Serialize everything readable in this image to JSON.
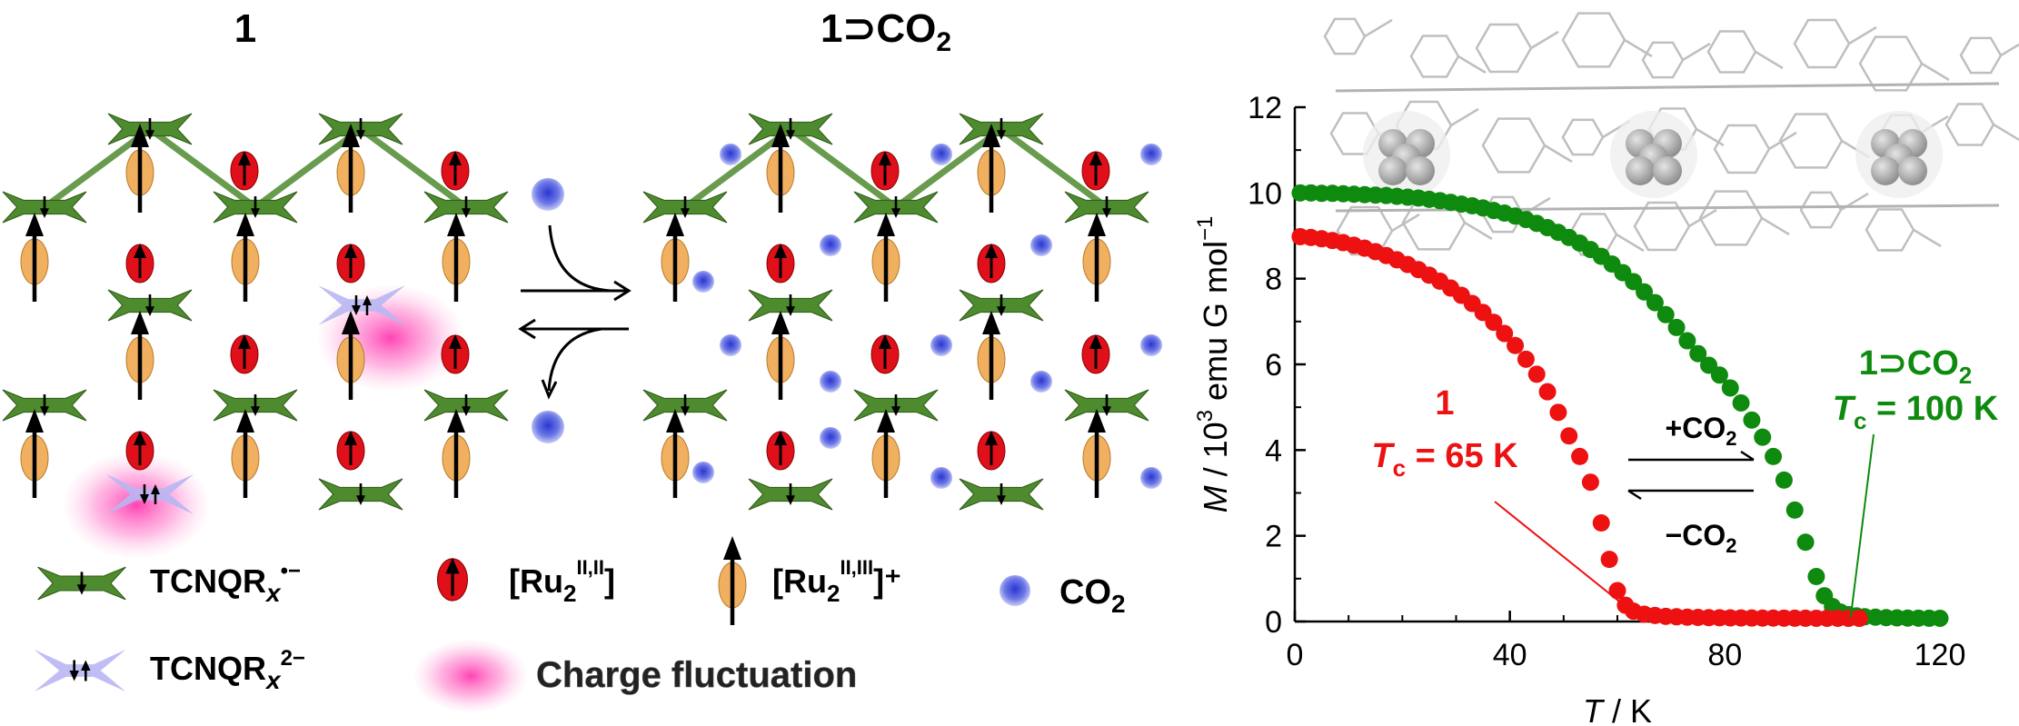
{
  "panels": {
    "left_title": "1",
    "right_title_prefix": "1",
    "right_title_op": "⊃",
    "right_title_main": "CO",
    "right_title_sub": "2"
  },
  "legend": {
    "tcnq_radical_main": "TCNQR",
    "tcnq_radical_x": "x",
    "tcnq_radical_charge": "•−",
    "tcnq_dianion_main": "TCNQR",
    "tcnq_dianion_x": "x",
    "tcnq_dianion_charge": "2−",
    "ru_22_open": "[Ru",
    "ru_22_sub": "2",
    "ru_22_sup": "II,II",
    "ru_22_close": "]",
    "ru_23_open": "[Ru",
    "ru_23_sub": "2",
    "ru_23_sup": "II,III",
    "ru_23_close": "]⁺",
    "co2_main": "CO",
    "co2_sub": "2",
    "charge_fluct": "Charge fluctuation"
  },
  "colors": {
    "tcnq_green": "#4e8a2e",
    "ru_red": "#e0101a",
    "ru_orange": "#f0b060",
    "co2_blue": "#2233cc",
    "fluct_pink": "#ff3ab0",
    "dianion_lavender": "#b8b6f2",
    "series_1": "#ee1111",
    "series_co2": "#0e8a0e",
    "crystal_grey": "#b0b0b0"
  },
  "chart_data": {
    "type": "scatter",
    "xlabel_main": "T",
    "xlabel_unit": " / K",
    "ylabel_main": "M",
    "ylabel_mid": " / 10",
    "ylabel_sup": "3",
    "ylabel_tail": " emu G mol",
    "ylabel_sup2": "−1",
    "xlim": [
      0,
      120
    ],
    "ylim": [
      0,
      12
    ],
    "xticks": [
      0,
      40,
      80,
      120
    ],
    "yticks": [
      0,
      2,
      4,
      6,
      8,
      10,
      12
    ],
    "series": [
      {
        "name": "1",
        "tc_label": "T",
        "tc_sub": "c",
        "tc_value": " = 65 K",
        "tc": 65,
        "points": [
          [
            1,
            8.98
          ],
          [
            3,
            8.96
          ],
          [
            5,
            8.93
          ],
          [
            7,
            8.89
          ],
          [
            9,
            8.84
          ],
          [
            11,
            8.78
          ],
          [
            13,
            8.71
          ],
          [
            15,
            8.63
          ],
          [
            17,
            8.54
          ],
          [
            19,
            8.44
          ],
          [
            21,
            8.33
          ],
          [
            23,
            8.21
          ],
          [
            25,
            8.08
          ],
          [
            27,
            7.94
          ],
          [
            29,
            7.78
          ],
          [
            31,
            7.61
          ],
          [
            33,
            7.42
          ],
          [
            35,
            7.21
          ],
          [
            37,
            6.98
          ],
          [
            39,
            6.72
          ],
          [
            41,
            6.44
          ],
          [
            43,
            6.12
          ],
          [
            45,
            5.77
          ],
          [
            47,
            5.36
          ],
          [
            49,
            4.88
          ],
          [
            51,
            4.33
          ],
          [
            53,
            3.85
          ],
          [
            55,
            3.25
          ],
          [
            57,
            2.3
          ],
          [
            58.5,
            1.45
          ],
          [
            60,
            0.72
          ],
          [
            61.5,
            0.38
          ],
          [
            63,
            0.24
          ],
          [
            65,
            0.17
          ],
          [
            67,
            0.14
          ],
          [
            69,
            0.12
          ],
          [
            71,
            0.11
          ],
          [
            73,
            0.1
          ],
          [
            75,
            0.095
          ],
          [
            77,
            0.09
          ],
          [
            79,
            0.087
          ],
          [
            81,
            0.085
          ],
          [
            83,
            0.083
          ],
          [
            85,
            0.081
          ],
          [
            87,
            0.08
          ],
          [
            89,
            0.079
          ],
          [
            91,
            0.078
          ],
          [
            93,
            0.077
          ],
          [
            95,
            0.076
          ],
          [
            97,
            0.075
          ],
          [
            99,
            0.075
          ],
          [
            101,
            0.074
          ],
          [
            103,
            0.074
          ],
          [
            105,
            0.073
          ]
        ]
      },
      {
        "name": "1⊃CO2",
        "name_prefix": "1",
        "name_op": "⊃",
        "name_main": "CO",
        "name_sub": "2",
        "tc_label": "T",
        "tc_sub": "c",
        "tc_value": " = 100 K",
        "tc": 100,
        "points": [
          [
            1,
            10.0
          ],
          [
            3,
            10.0
          ],
          [
            5,
            9.99
          ],
          [
            7,
            9.99
          ],
          [
            9,
            9.98
          ],
          [
            11,
            9.97
          ],
          [
            13,
            9.96
          ],
          [
            15,
            9.95
          ],
          [
            17,
            9.94
          ],
          [
            19,
            9.92
          ],
          [
            21,
            9.9
          ],
          [
            23,
            9.88
          ],
          [
            25,
            9.85
          ],
          [
            27,
            9.82
          ],
          [
            29,
            9.78
          ],
          [
            31,
            9.74
          ],
          [
            33,
            9.7
          ],
          [
            35,
            9.65
          ],
          [
            37,
            9.59
          ],
          [
            39,
            9.53
          ],
          [
            41,
            9.46
          ],
          [
            43,
            9.38
          ],
          [
            45,
            9.29
          ],
          [
            47,
            9.19
          ],
          [
            49,
            9.08
          ],
          [
            51,
            8.96
          ],
          [
            53,
            8.83
          ],
          [
            55,
            8.68
          ],
          [
            57,
            8.52
          ],
          [
            59,
            8.34
          ],
          [
            61,
            8.14
          ],
          [
            63,
            7.93
          ],
          [
            65,
            7.69
          ],
          [
            67,
            7.44
          ],
          [
            69,
            7.16
          ],
          [
            71,
            6.86
          ],
          [
            73,
            6.55
          ],
          [
            75,
            6.25
          ],
          [
            77,
            5.98
          ],
          [
            79,
            5.75
          ],
          [
            81,
            5.45
          ],
          [
            83,
            5.1
          ],
          [
            85,
            4.7
          ],
          [
            87,
            4.3
          ],
          [
            89,
            3.85
          ],
          [
            91,
            3.3
          ],
          [
            93,
            2.6
          ],
          [
            95,
            1.85
          ],
          [
            97,
            1.05
          ],
          [
            98.5,
            0.6
          ],
          [
            100,
            0.35
          ],
          [
            101.5,
            0.22
          ],
          [
            103,
            0.16
          ],
          [
            104.5,
            0.13
          ],
          [
            106,
            0.11
          ],
          [
            108,
            0.1
          ],
          [
            110,
            0.09
          ],
          [
            112,
            0.085
          ],
          [
            114,
            0.08
          ],
          [
            116,
            0.078
          ],
          [
            118,
            0.076
          ],
          [
            120,
            0.075
          ]
        ]
      }
    ],
    "annotations": {
      "plus_co2_main": "+CO",
      "plus_co2_sub": "2",
      "minus_co2_main": "−CO",
      "minus_co2_sub": "2"
    }
  }
}
